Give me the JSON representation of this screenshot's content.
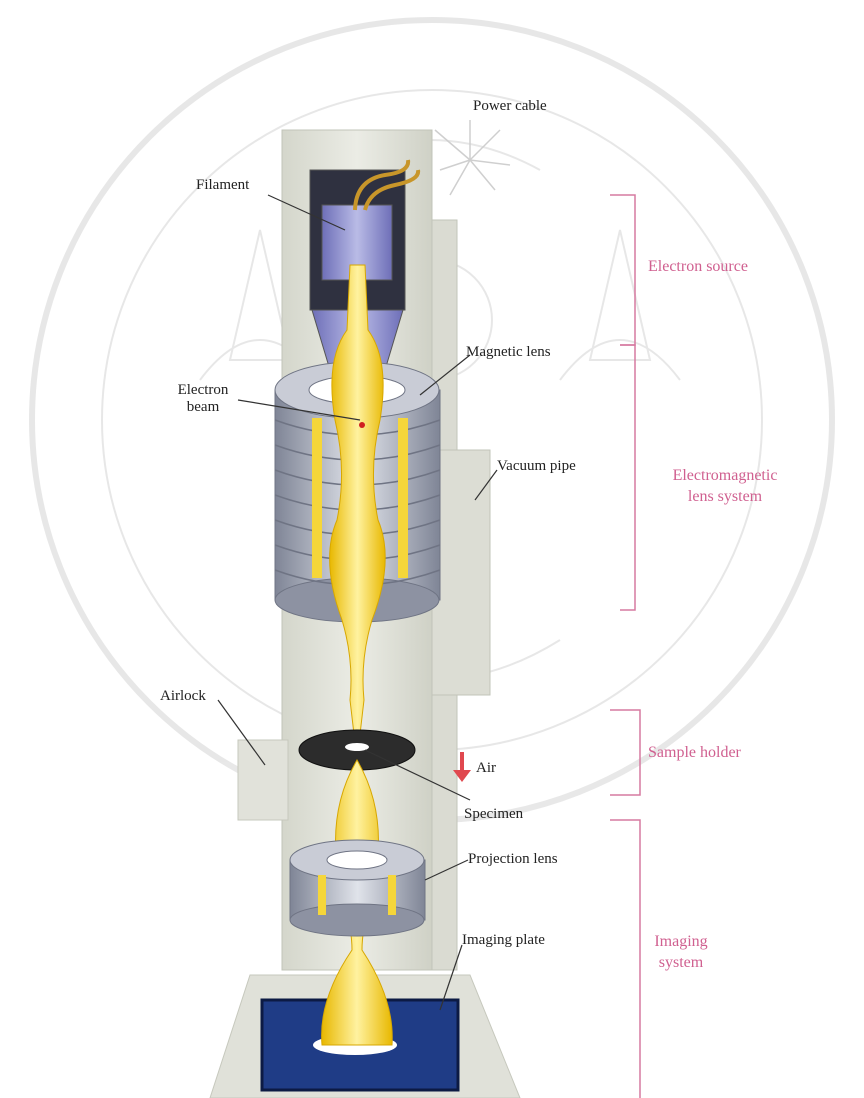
{
  "labels": {
    "power_cable": "Power cable",
    "filament": "Filament",
    "magnetic_lens": "Magnetic lens",
    "electron_beam_1": "Electron",
    "electron_beam_2": "beam",
    "vacuum_pipe": "Vacuum pipe",
    "airlock": "Airlock",
    "air": "Air",
    "specimen": "Specimen",
    "projection_lens": "Projection lens",
    "imaging_plate": "Imaging plate"
  },
  "sections": {
    "electron_source": "Electron source",
    "electromagnetic_1": "Electromagnetic",
    "electromagnetic_2": "lens system",
    "sample_holder": "Sample holder",
    "imaging_1": "Imaging",
    "imaging_2": "system"
  },
  "colors": {
    "column": "#e3e4dc",
    "beam": "#f5d63a",
    "coil": "#9ea4b4",
    "section_text": "#d06090",
    "bracket": "#d67aa0",
    "plate": "#1f3c86",
    "watermark": "#cfcfcf"
  }
}
